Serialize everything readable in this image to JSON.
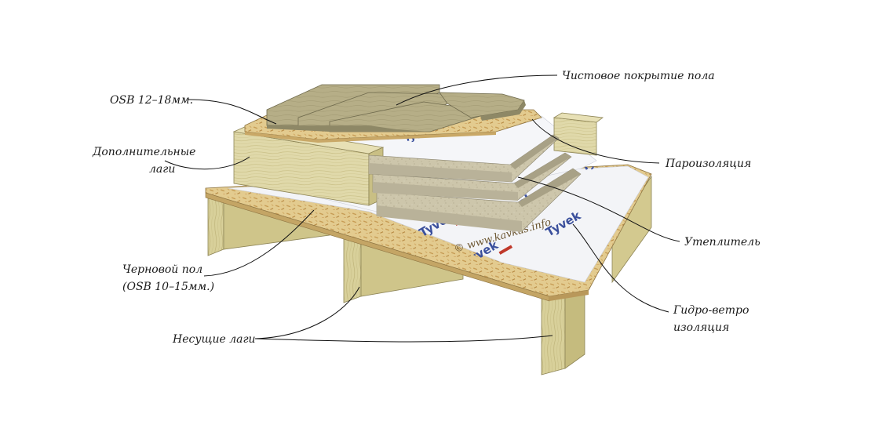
{
  "labels": {
    "osb_top": "OSB 12–18мм.",
    "finish": "Чистовое покрытие пола",
    "extra_joists_1": "Дополнительные",
    "extra_joists_2": "лаги",
    "vapor": "Пароизоляция",
    "insulation": "Утеплитель",
    "subfloor_1": "Черновой пол",
    "subfloor_2": "(OSB 10–15мм.)",
    "hydro_1": "Гидро-ветро",
    "hydro_2": "изоляция",
    "bearing": "Несущие лаги"
  },
  "membrane_brand": "Tyvek",
  "watermark": "© www.kavkas.info",
  "colors": {
    "wood_light": "#e4ddb0",
    "wood_mid": "#d3c98f",
    "wood_dark": "#b9ad72",
    "osb": "#e2c98c",
    "osb_speck": "#c89e55",
    "board": "#b8b08a",
    "board_dark": "#8e8866",
    "insulation": "#cfc8ae",
    "insulation_dark": "#aaa28a",
    "membrane": "#f4f5f8",
    "brand_blue": "#3a4f9c",
    "brand_red": "#c0392b"
  }
}
